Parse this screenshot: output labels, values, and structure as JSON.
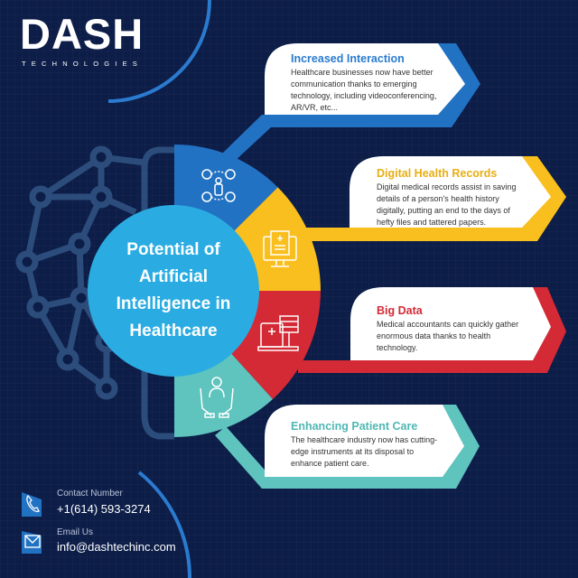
{
  "brand": {
    "name": "DASH",
    "tagline": "TECHNOLOGIES"
  },
  "center_title": {
    "line1": "Potential of",
    "line2": "Artificial",
    "line3": "Intelligence in",
    "line4": "Healthcare"
  },
  "colors": {
    "background": "#0c1d48",
    "blue": "#2272c3",
    "yellow": "#f9bf1e",
    "red": "#d32a36",
    "teal": "#5fc3be",
    "center": "#2aace2"
  },
  "cards": [
    {
      "title": "Increased Interaction",
      "lines": [
        "Healthcare businesses now have better",
        "communication thanks to emerging",
        "technology, including videoconferencing,",
        "AR/VR, etc..."
      ],
      "icon": "people-network-icon"
    },
    {
      "title": "Digital Health Records",
      "lines": [
        "Digital medical records assist in saving",
        "details of a person's health history",
        "digitally, putting an end to the days of",
        "hefty files and tattered papers."
      ],
      "icon": "medical-record-monitor-icon"
    },
    {
      "title": "Big Data",
      "lines": [
        "Medical accountants can quickly gather",
        "enormous data thanks to health",
        "technology."
      ],
      "icon": "medical-server-icon"
    },
    {
      "title": "Enhancing Patient Care",
      "lines": [
        "The healthcare industry now has cutting-",
        "edge instruments at its disposal to",
        "enhance patient care."
      ],
      "icon": "patient-care-hands-icon"
    }
  ],
  "contact": {
    "phone_label": "Contact Number",
    "phone": "+1(614) 593-3274",
    "email_label": "Email Us",
    "email": "info@dashtechinc.com"
  }
}
